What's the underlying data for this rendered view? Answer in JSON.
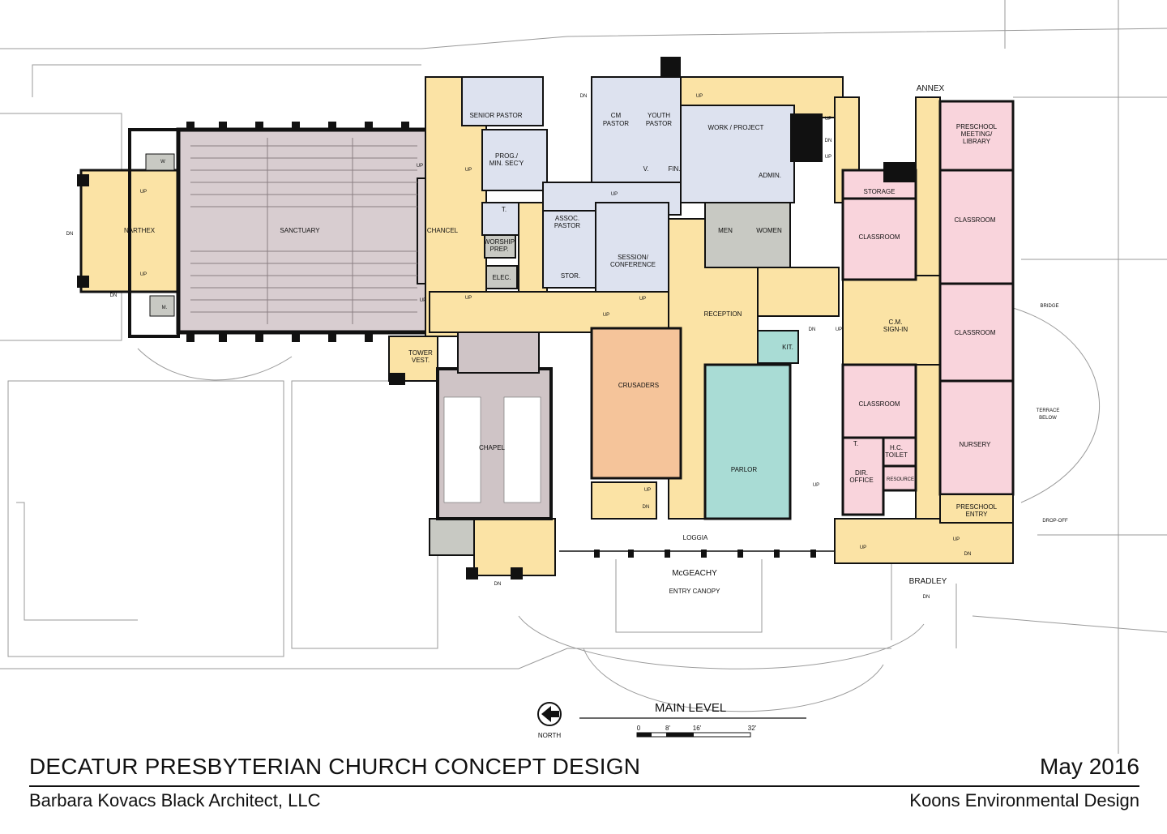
{
  "titleblock": {
    "title": "DECATUR PRESBYTERIAN CHURCH CONCEPT DESIGN",
    "date": "May 2016",
    "architect": "Barbara Kovacs Black Architect, LLC",
    "consultant": "Koons Environmental Design"
  },
  "plan": {
    "level_label": "MAIN LEVEL",
    "north_label": "NORTH",
    "scale_ticks": [
      "0",
      "8'",
      "16'",
      "32'"
    ],
    "colors": {
      "worship": "#d8cdd0",
      "circulation": "#fbe3a5",
      "offices": "#dde2ef",
      "classrooms": "#f9d4dc",
      "crusaders": "#f5c49a",
      "parlor": "#a9dcd5",
      "service": "#c8c9c3",
      "chapel": "#cfc4c6",
      "walls": "#111111"
    },
    "rooms": {
      "narthex": "NARTHEX",
      "sanctuary": "SANCTUARY",
      "chancel": "CHANCEL",
      "senior_pastor": "SENIOR PASTOR",
      "prog_1": "PROG./",
      "prog_2": "MIN. SEC'Y",
      "cm_1": "CM",
      "cm_2": "PASTOR",
      "youth_1": "YOUTH",
      "youth_2": "PASTOR",
      "work_project": "WORK / PROJECT",
      "admin": "ADMIN.",
      "fin": "FIN.",
      "v": "V.",
      "t1": "T.",
      "assoc_1": "ASSOC.",
      "assoc_2": "PASTOR",
      "worship_1": "WORSHIP",
      "worship_2": "PREP.",
      "elec": "ELEC.",
      "stor": "STOR.",
      "session_1": "SESSION/",
      "session_2": "CONFERENCE",
      "men": "MEN",
      "women": "WOMEN",
      "reception": "RECEPTION",
      "kit": "KIT.",
      "tower_1": "TOWER",
      "tower_2": "VEST.",
      "crusaders": "CRUSADERS",
      "chapel": "CHAPEL",
      "parlor": "PARLOR",
      "loggia": "LOGGIA",
      "mcgeachy": "McGEACHY",
      "entry_canopy": "ENTRY CANOPY",
      "annex": "ANNEX",
      "storage": "STORAGE",
      "classroom_a": "CLASSROOM",
      "classroom_b": "CLASSROOM",
      "classroom_c": "CLASSROOM",
      "classroom_d": "CLASSROOM",
      "preschool_m1": "PRESCHOOL",
      "preschool_m2": "MEETING/",
      "preschool_m3": "LIBRARY",
      "cm_signin_1": "C.M.",
      "cm_signin_2": "SIGN-IN",
      "t2": "T.",
      "hc_1": "H.C.",
      "hc_2": "TOILET",
      "dir_1": "DIR.",
      "dir_2": "OFFICE",
      "resource": "RESOURCE",
      "nursery": "NURSERY",
      "preschool_e1": "PRESCHOOL",
      "preschool_e2": "ENTRY",
      "bradley": "BRADLEY",
      "bridge": "BRIDGE",
      "terrace_1": "TERRACE",
      "terrace_2": "BELOW",
      "drop_off": "DROP-OFF",
      "w": "W",
      "m": "M."
    },
    "stairs": {
      "up": "UP",
      "dn": "DN"
    }
  }
}
